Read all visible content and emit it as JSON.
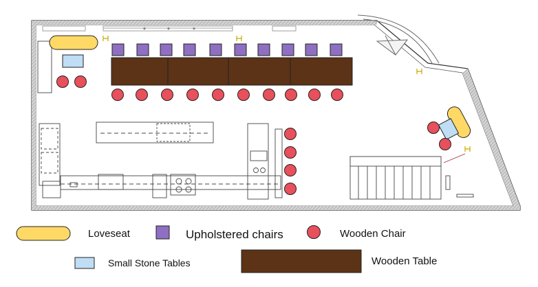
{
  "colors": {
    "loveseat": "#FFD966",
    "upholstered_chair": "#8E6FC1",
    "wooden_chair": "#E8505B",
    "stone_table": "#BFDDF5",
    "wooden_table": "#5C3317",
    "wall": "#d2d2d2",
    "line": "#333333"
  },
  "legend": {
    "loveseat": "Loveseat",
    "upholstered": "Upholstered chairs",
    "wooden_chair": "Wooden Chair",
    "stone_tables": "Small Stone Tables",
    "wooden_table": "Wooden Table"
  }
}
